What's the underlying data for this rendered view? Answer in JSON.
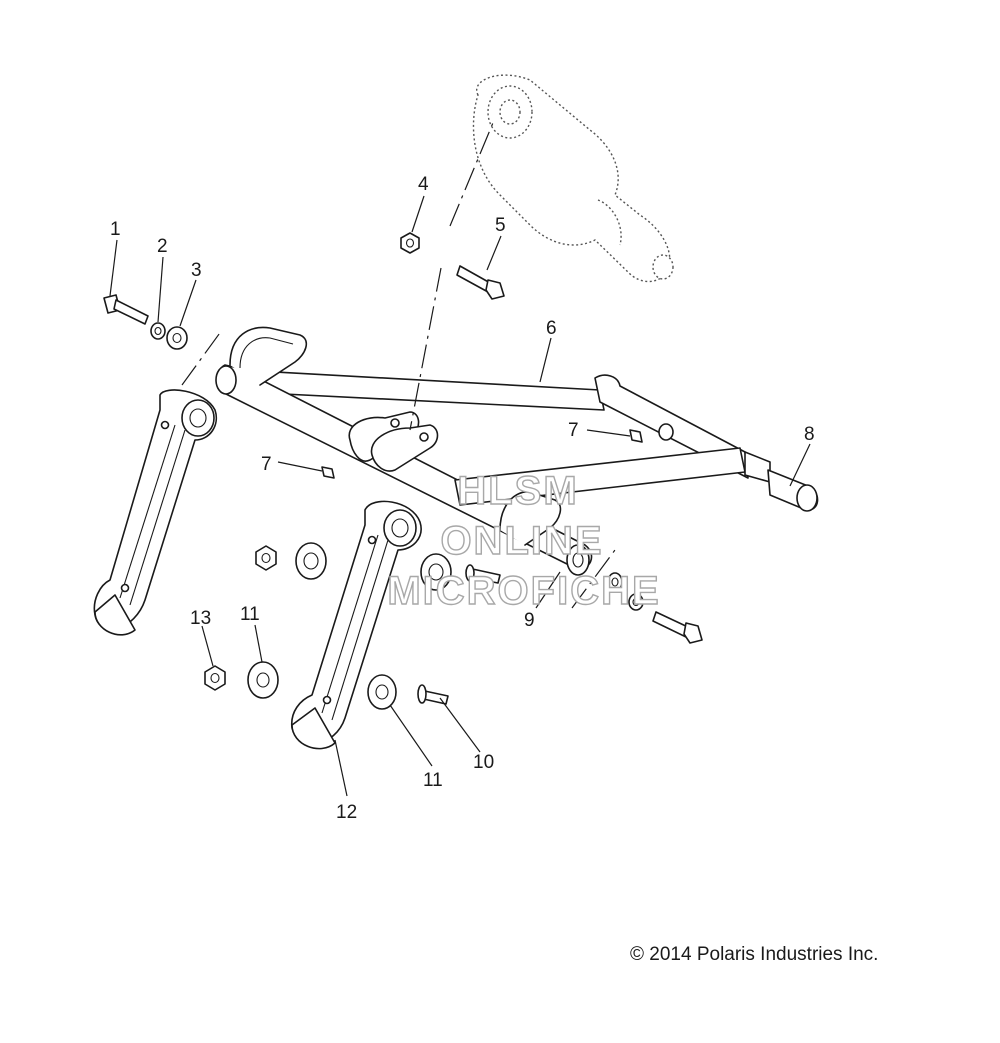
{
  "diagram": {
    "callouts": [
      "1",
      "2",
      "3",
      "4",
      "5",
      "6",
      "7",
      "7",
      "8",
      "9",
      "10",
      "11",
      "11",
      "12",
      "13"
    ],
    "watermark": [
      "HLSM",
      "ONLINE",
      "MICROFICHE"
    ],
    "copyright": "© 2014 Polaris Industries Inc."
  }
}
